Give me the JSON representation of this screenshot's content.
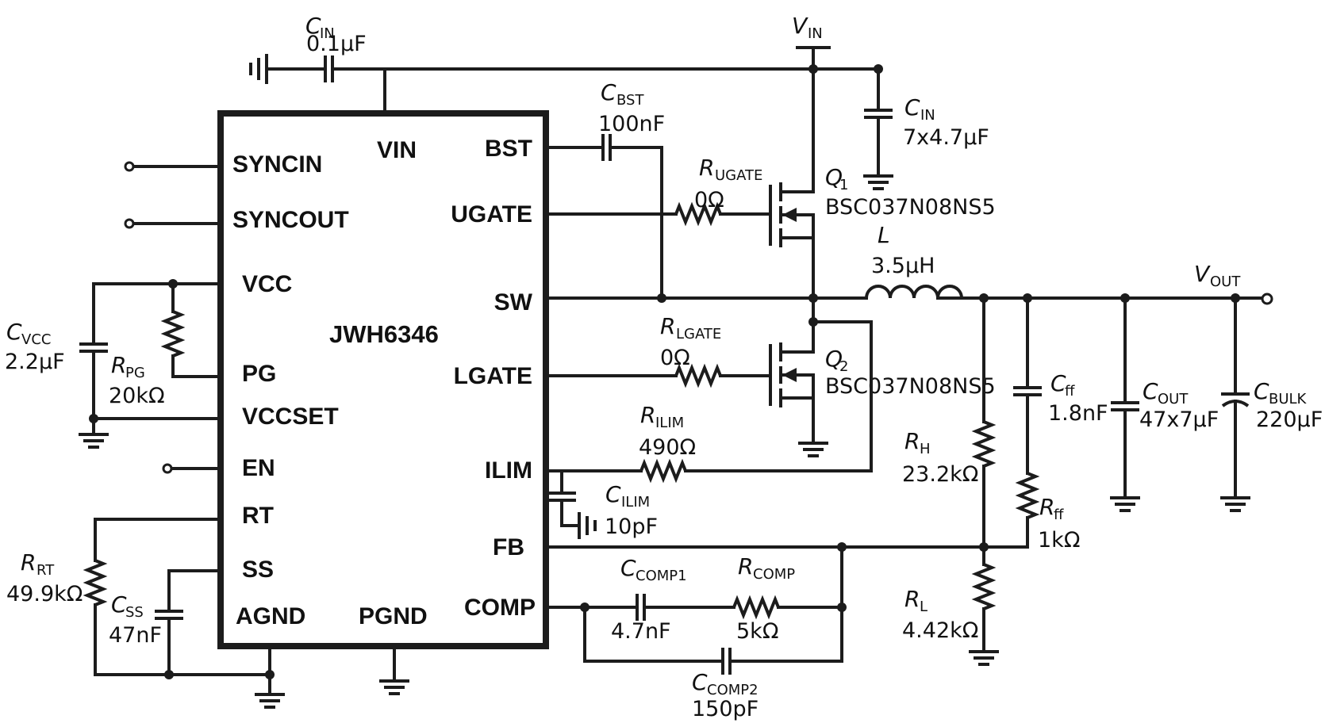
{
  "chip": {
    "name": "JWH6346",
    "pins": {
      "vin": "VIN",
      "syncin": "SYNCIN",
      "syncout": "SYNCOUT",
      "vcc": "VCC",
      "pg": "PG",
      "vccset": "VCCSET",
      "en": "EN",
      "rt": "RT",
      "ss": "SS",
      "agnd": "AGND",
      "pgnd": "PGND",
      "bst": "BST",
      "ugate": "UGATE",
      "sw": "SW",
      "lgate": "LGATE",
      "ilim": "ILIM",
      "fb": "FB",
      "comp": "COMP"
    }
  },
  "components": {
    "cin_top": {
      "letter": "C",
      "sub": "IN",
      "value": "0.1µF"
    },
    "vin": {
      "letter": "V",
      "sub": "IN"
    },
    "cin_bulk": {
      "letter": "C",
      "sub": "IN",
      "value": "7x4.7µF"
    },
    "cbst": {
      "letter": "C",
      "sub": "BST",
      "value": "100nF"
    },
    "rugate": {
      "letter": "R",
      "sub": "UGATE",
      "value": "0Ω"
    },
    "q1": {
      "letter": "Q",
      "sub": "1",
      "part": "BSC037N08NS5"
    },
    "l": {
      "letter": "L",
      "value": "3.5µH"
    },
    "vout": {
      "letter": "V",
      "sub": "OUT"
    },
    "cvcc": {
      "letter": "C",
      "sub": "VCC",
      "value": "2.2µF"
    },
    "rpg": {
      "letter": "R",
      "sub": "PG",
      "value": "20kΩ"
    },
    "rlgate": {
      "letter": "R",
      "sub": "LGATE",
      "value": "0Ω"
    },
    "q2": {
      "letter": "Q",
      "sub": "2",
      "part": "BSC037N08NS5"
    },
    "cff": {
      "letter": "C",
      "sub": "ff",
      "value": "1.8nF"
    },
    "cout": {
      "letter": "C",
      "sub": "OUT",
      "value": "47x7µF"
    },
    "cbulk": {
      "letter": "C",
      "sub": "BULK",
      "value": "220µF"
    },
    "rilim": {
      "letter": "R",
      "sub": "ILIM",
      "value": "490Ω"
    },
    "rh": {
      "letter": "R",
      "sub": "H",
      "value": "23.2kΩ"
    },
    "cilim": {
      "letter": "C",
      "sub": "ILIM",
      "value": "10pF"
    },
    "rff": {
      "letter": "R",
      "sub": "ff",
      "value": "1kΩ"
    },
    "rrt": {
      "letter": "R",
      "sub": "RT",
      "value": "49.9kΩ"
    },
    "css": {
      "letter": "C",
      "sub": "SS",
      "value": "47nF"
    },
    "ccomp1": {
      "letter": "C",
      "sub": "COMP1",
      "value": "4.7nF"
    },
    "rcomp": {
      "letter": "R",
      "sub": "COMP",
      "value": "5kΩ"
    },
    "rl": {
      "letter": "R",
      "sub": "L",
      "value": "4.42kΩ"
    },
    "ccomp2": {
      "letter": "C",
      "sub": "COMP2",
      "value": "150pF"
    }
  }
}
